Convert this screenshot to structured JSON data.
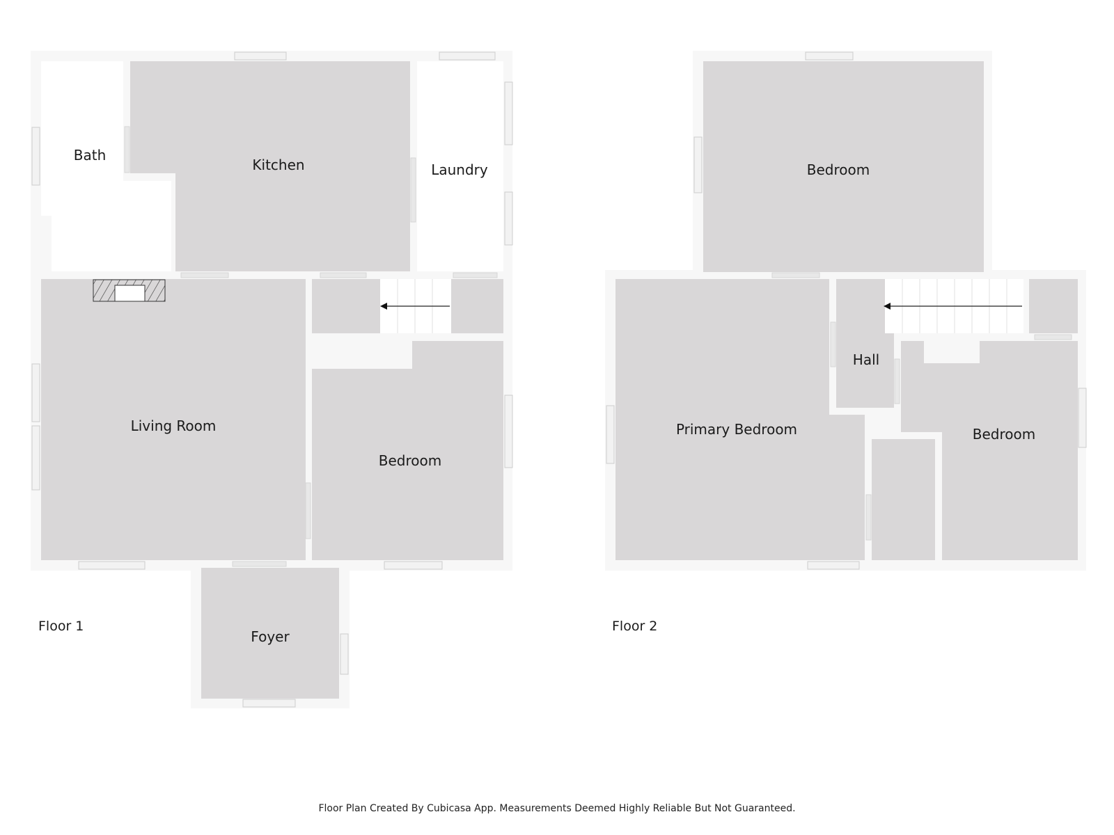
{
  "floors": [
    {
      "label": "Floor 1",
      "rooms": {
        "bath": "Bath",
        "kitchen": "Kitchen",
        "laundry": "Laundry",
        "living_room": "Living Room",
        "bedroom": "Bedroom",
        "foyer": "Foyer"
      }
    },
    {
      "label": "Floor 2",
      "rooms": {
        "bedroom_top": "Bedroom",
        "primary_bedroom": "Primary Bedroom",
        "hall": "Hall",
        "bedroom_right": "Bedroom"
      }
    }
  ],
  "footer": {
    "note": "Floor Plan Created By Cubicasa App. Measurements Deemed Highly Reliable But Not Guaranteed."
  },
  "colors": {
    "wall": "#f7f7f7",
    "room_fill": "#d9d7d8",
    "open_area": "#ffffff",
    "window": "#d0d0d0",
    "text": "#1a1a1a"
  }
}
